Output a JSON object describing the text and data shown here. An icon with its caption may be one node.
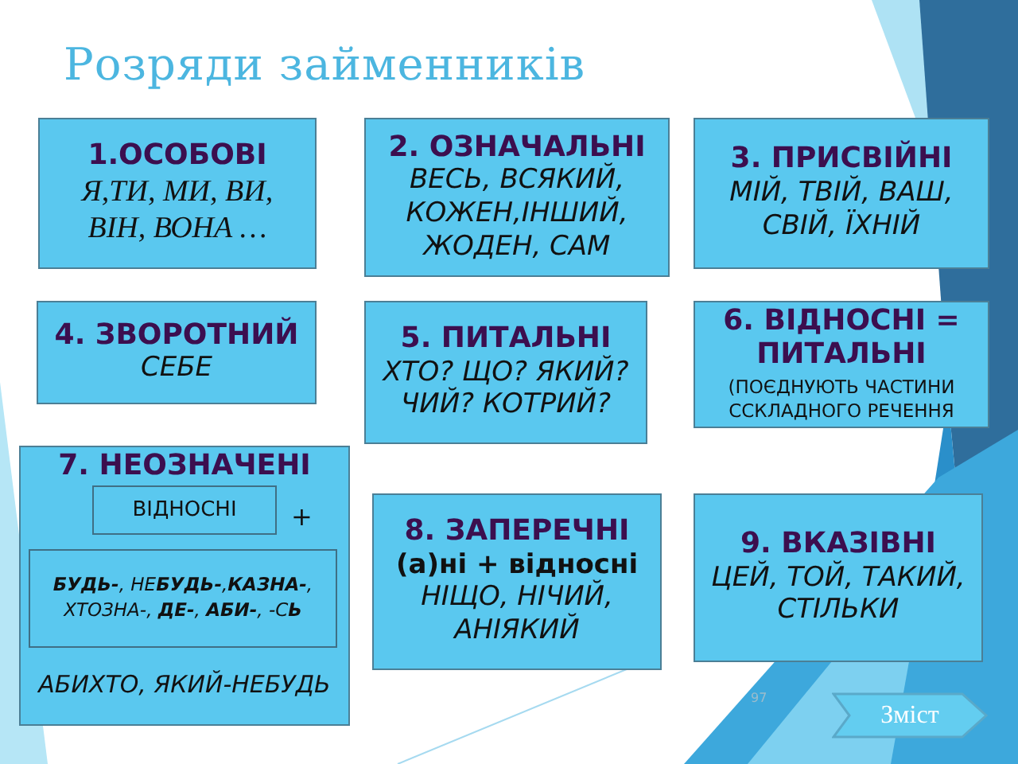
{
  "diagram": {
    "title": "Розряди займенників",
    "nodes": [
      {
        "text": [
          "1.ОСОБОВІ",
          "Я,ТИ, МИ, ВИ, ВІН, ВОНА …"
        ]
      },
      {
        "text": [
          "2. ОЗНАЧАЛЬНІ",
          "ВЕСЬ, ВСЯКИЙ, КОЖЕН,ІНШИЙ, ЖОДЕН, САМ"
        ]
      },
      {
        "text": [
          "3. ПРИСВІЙНІ",
          "МІЙ, ТВІЙ, ВАШ, СВІЙ, ЇХНІЙ"
        ]
      },
      {
        "text": [
          "4. ЗВОРОТНИЙ",
          "СЕБЕ"
        ]
      },
      {
        "text": [
          "5. ПИТАЛЬНІ",
          "ХТО? ЩО? ЯКИЙ? ЧИЙ? КОТРИЙ?"
        ]
      },
      {
        "text": [
          "6. ВІДНОСНІ = ПИТАЛЬНІ",
          "(ПОЄДНУЮТЬ ЧАСТИНИ ССКЛАДНОГО РЕЧЕННЯ"
        ]
      },
      {
        "text": [
          "7. НЕОЗНАЧЕНІ",
          "+",
          "АБИХТО, ЯКИЙ-НЕБУДЬ"
        ]
      },
      {
        "text": [
          "ВІДНОСНІ"
        ],
        "in": 6
      },
      {
        "text": [
          "**БУДЬ-**, НЕ**БУДЬ-**,**КАЗНА-**, ХТОЗНА-, **ДЕ-**, **АБИ-**, -С**Ь**"
        ],
        "in": 6
      },
      {
        "text": [
          "8. ЗАПЕРЕЧНІ",
          "(а)ні + відносні",
          "НІЩО, НІЧИЙ, АНІЯКИЙ"
        ]
      },
      {
        "text": [
          "9. ВКАЗІВНІ",
          "ЦЕЙ, ТОЙ, ТАКИЙ, СТІЛЬКИ"
        ]
      },
      {
        "text": [
          "Зміст"
        ]
      }
    ],
    "labels": [
      "97"
    ]
  }
}
